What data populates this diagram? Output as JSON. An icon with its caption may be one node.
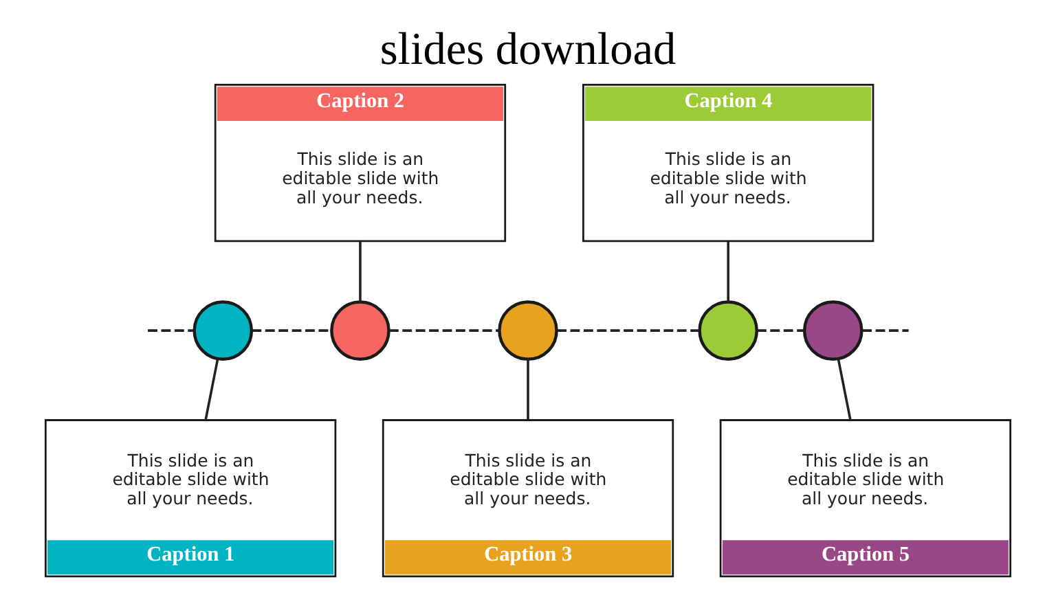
{
  "diagram": {
    "title": "slides download",
    "nodes": [
      {
        "text": [],
        "shape": "circle"
      },
      {
        "text": [
          "This slide is an editable slide with all your needs.",
          "Caption 1"
        ]
      },
      {
        "text": [],
        "shape": "circle"
      },
      {
        "text": [
          "Caption 2",
          "This slide is an editable slide with all your needs."
        ]
      },
      {
        "text": [],
        "shape": "circle"
      },
      {
        "text": [
          "This slide is an editable slide with all your needs.",
          "Caption 3"
        ]
      },
      {
        "text": [],
        "shape": "circle"
      },
      {
        "text": [
          "Caption 4",
          "This slide is an editable slide with all your needs."
        ]
      },
      {
        "text": [],
        "shape": "circle"
      },
      {
        "text": [
          "This slide is an editable slide with all your needs.",
          "Caption 5"
        ]
      }
    ],
    "edges": [
      {
        "from": null,
        "to": 0,
        "arrow": "none",
        "style": "dashed"
      },
      {
        "from": 0,
        "to": 2,
        "arrow": "none",
        "style": "dashed"
      },
      {
        "from": 2,
        "to": 4,
        "arrow": "none",
        "style": "dashed"
      },
      {
        "from": 4,
        "to": 6,
        "arrow": "none",
        "style": "dashed"
      },
      {
        "from": 6,
        "to": 8,
        "arrow": "none",
        "style": "dashed"
      },
      {
        "from": 8,
        "to": null,
        "arrow": "none",
        "style": "dashed"
      },
      {
        "from": 0,
        "to": 1,
        "arrow": "none"
      },
      {
        "from": 3,
        "to": 2,
        "arrow": "none"
      },
      {
        "from": 4,
        "to": 5,
        "arrow": "none"
      },
      {
        "from": 7,
        "to": 6,
        "arrow": "none"
      },
      {
        "from": 8,
        "to": 9,
        "arrow": "none"
      }
    ]
  }
}
